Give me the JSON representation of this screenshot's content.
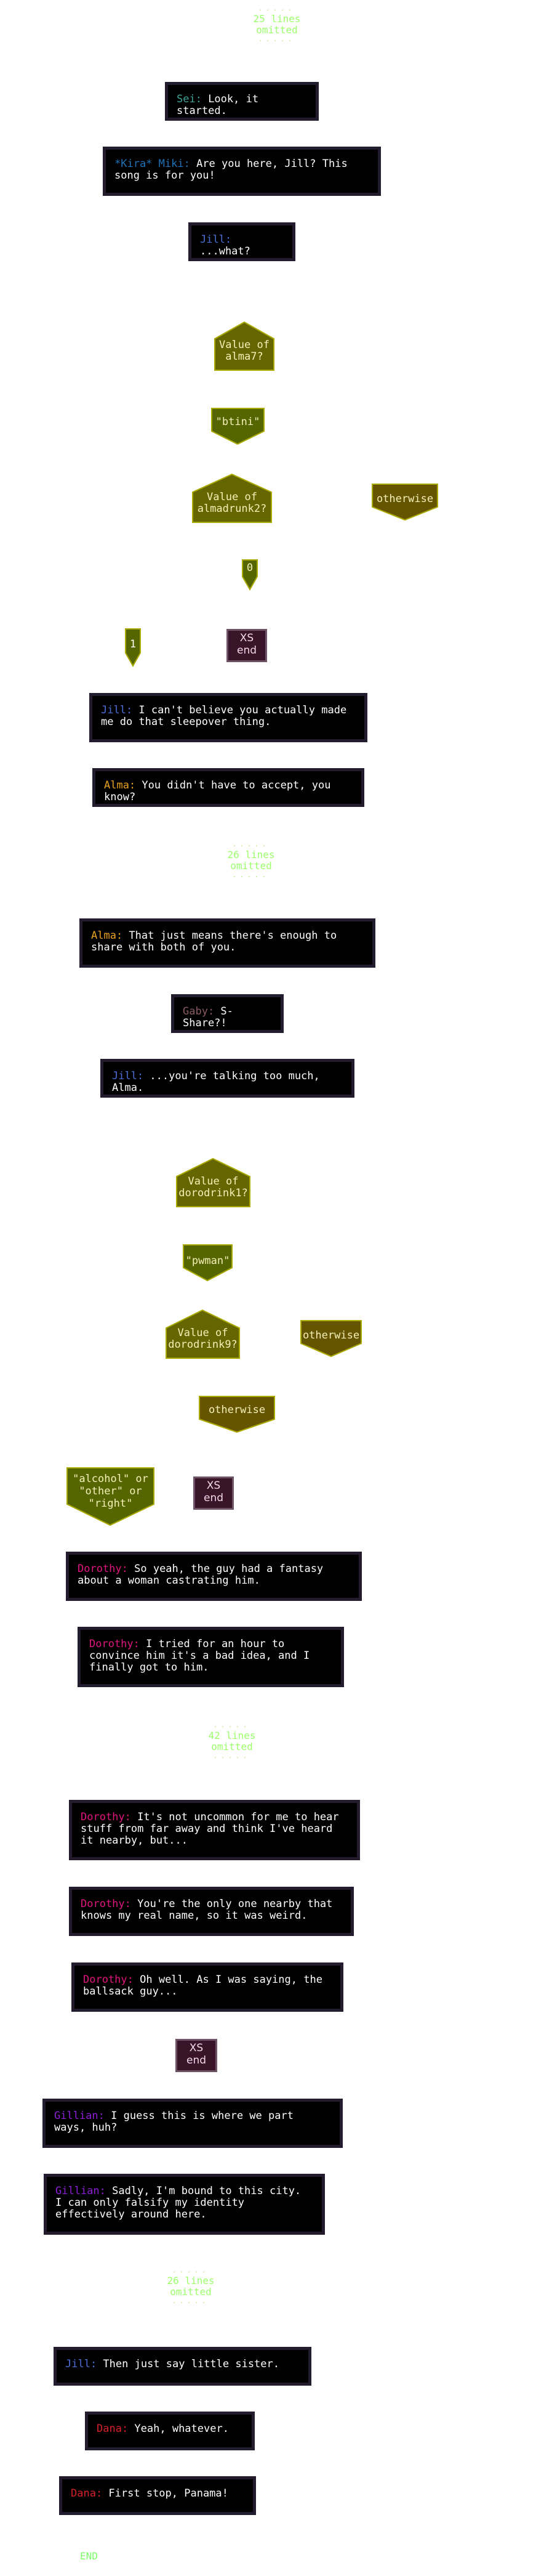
{
  "colors": {
    "speaker_sei": "#3fa39a",
    "speaker_kira": "#1f73b8",
    "speaker_jill": "#4b6ed6",
    "speaker_alma": "#e7a020",
    "speaker_gaby": "#8a5a64",
    "speaker_dorothy": "#e0157d",
    "speaker_gillian": "#8a1fd6",
    "speaker_dana": "#d61f2a",
    "condition_fill": "#666600",
    "case_fill": "#556600",
    "otherwise_fill": "#665500",
    "shape_stroke": "#aaaa00",
    "end_fill": "#3a1428",
    "omitted_text": "#7dff6a"
  },
  "omitted": [
    {
      "count_text": "25 lines",
      "label": "omitted",
      "dots": ".....",
      "dots_bottom": "....."
    },
    {
      "count_text": "26 lines",
      "label": "omitted",
      "dots": ".....",
      "dots_bottom": "....."
    },
    {
      "count_text": "42 lines",
      "label": "omitted",
      "dots": ".....",
      "dots_bottom": "....."
    },
    {
      "count_text": "26 lines",
      "label": "omitted",
      "dots": ".....",
      "dots_bottom": "....."
    }
  ],
  "dialogue": [
    {
      "speaker": "Sei:",
      "text": "Look, it started."
    },
    {
      "speaker": "*Kira* Miki:",
      "text": "Are you here, Jill? This song is for you!"
    },
    {
      "speaker": "Jill:",
      "text": "...what?"
    },
    {
      "speaker": "Jill:",
      "text": "I can't believe you actually made me do that sleepover thing."
    },
    {
      "speaker": "Alma:",
      "text": "You didn't have to accept, you know?"
    },
    {
      "speaker": "Alma:",
      "text": "That just means there's enough to share with both of you."
    },
    {
      "speaker": "Gaby:",
      "text": "S-Share?!"
    },
    {
      "speaker": "Jill:",
      "text": "...you're talking too much, Alma."
    },
    {
      "speaker": "Dorothy:",
      "text": "So yeah, the guy had a fantasy about a woman castrating him."
    },
    {
      "speaker": "Dorothy:",
      "text": "I tried for an hour to convince him it's a bad idea, and I finally got to him."
    },
    {
      "speaker": "Dorothy:",
      "text": "It's not uncommon for me to hear stuff from far away and think I've heard it nearby, but..."
    },
    {
      "speaker": "Dorothy:",
      "text": "You're the only one nearby that knows my real name, so it was weird."
    },
    {
      "speaker": "Dorothy:",
      "text": "Oh well. As I was saying, the ballsack guy..."
    },
    {
      "speaker": "Gillian:",
      "text": "I guess this is where we part ways, huh?"
    },
    {
      "speaker": "Gillian:",
      "text": "Sadly, I'm bound to this city. I can only falsify my identity effectively around here."
    },
    {
      "speaker": "Jill:",
      "text": "Then just say little sister."
    },
    {
      "speaker": "Dana:",
      "text": "Yeah, whatever."
    },
    {
      "speaker": "Dana:",
      "text": "First stop, Panama!"
    }
  ],
  "conditions": [
    {
      "line1": "Value of",
      "line2": "alma7?"
    },
    {
      "line1": "Value of",
      "line2": "almadrunk2?"
    },
    {
      "line1": "Value of",
      "line2": "dorodrink1?"
    },
    {
      "line1": "Value of",
      "line2": "dorodrink9?"
    }
  ],
  "cases": [
    {
      "lines": [
        "\"btini\""
      ]
    },
    {
      "lines": [
        "otherwise"
      ]
    },
    {
      "lines": [
        "0"
      ]
    },
    {
      "lines": [
        "1"
      ]
    },
    {
      "lines": [
        "\"pwman\""
      ]
    },
    {
      "lines": [
        "otherwise"
      ]
    },
    {
      "lines": [
        "otherwise"
      ]
    },
    {
      "lines": [
        "\"alcohol\" or",
        "\"other\" or",
        "\"right\""
      ]
    }
  ],
  "ends": [
    {
      "line1": "XS",
      "line2": "end"
    },
    {
      "line1": "XS",
      "line2": "end"
    },
    {
      "line1": "XS",
      "line2": "end"
    }
  ],
  "footer": {
    "end_label": "END"
  }
}
